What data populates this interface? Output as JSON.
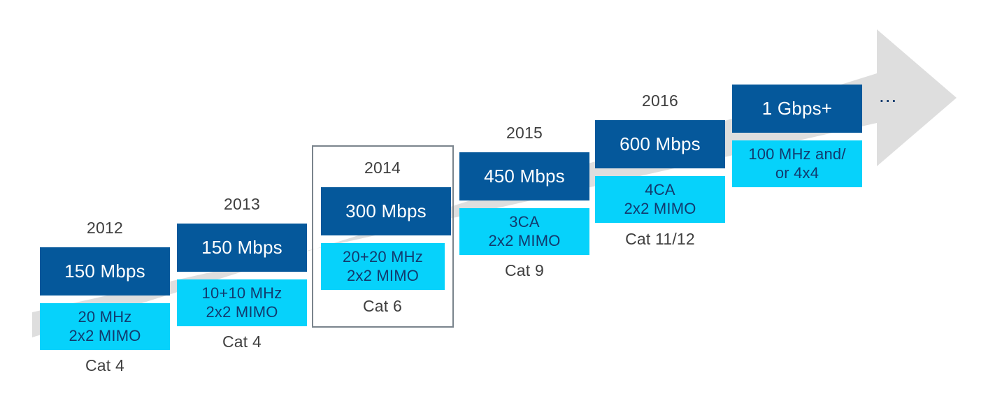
{
  "diagram": {
    "type": "lte-evolution-timeline",
    "background_color": "#ffffff",
    "arrow": {
      "name": "growth-arrow",
      "color": "#dedede",
      "direction": "up-right"
    },
    "ellipsis": "...",
    "colors": {
      "speed_box": "#05589b",
      "speed_text": "#ffffff",
      "spec_box": "#06d2fb",
      "spec_text": "#123a6e",
      "label_text": "#3f3f3f",
      "highlight_border": "#7a848c",
      "arrow_gray": "#dedede"
    },
    "stages": [
      {
        "id": "stage-2012",
        "year": "2012",
        "speed": "150 Mbps",
        "spec_line1": "20 MHz",
        "spec_line2": "2x2 MIMO",
        "category": "Cat 4",
        "highlighted": false
      },
      {
        "id": "stage-2013",
        "year": "2013",
        "speed": "150 Mbps",
        "spec_line1": "10+10 MHz",
        "spec_line2": "2x2 MIMO",
        "category": "Cat 4",
        "highlighted": false
      },
      {
        "id": "stage-2014",
        "year": "2014",
        "speed": "300 Mbps",
        "spec_line1": "20+20 MHz",
        "spec_line2": "2x2 MIMO",
        "category": "Cat 6",
        "highlighted": true
      },
      {
        "id": "stage-2015",
        "year": "2015",
        "speed": "450 Mbps",
        "spec_line1": "3CA",
        "spec_line2": "2x2 MIMO",
        "category": "Cat 9",
        "highlighted": false
      },
      {
        "id": "stage-2016",
        "year": "2016",
        "speed": "600 Mbps",
        "spec_line1": "4CA",
        "spec_line2": "2x2 MIMO",
        "category": "Cat 11/12",
        "highlighted": false
      },
      {
        "id": "stage-future",
        "year": "",
        "speed": "1 Gbps+",
        "spec_line1": "100 MHz and/",
        "spec_line2": "or 4x4",
        "category": "",
        "highlighted": false
      }
    ]
  }
}
